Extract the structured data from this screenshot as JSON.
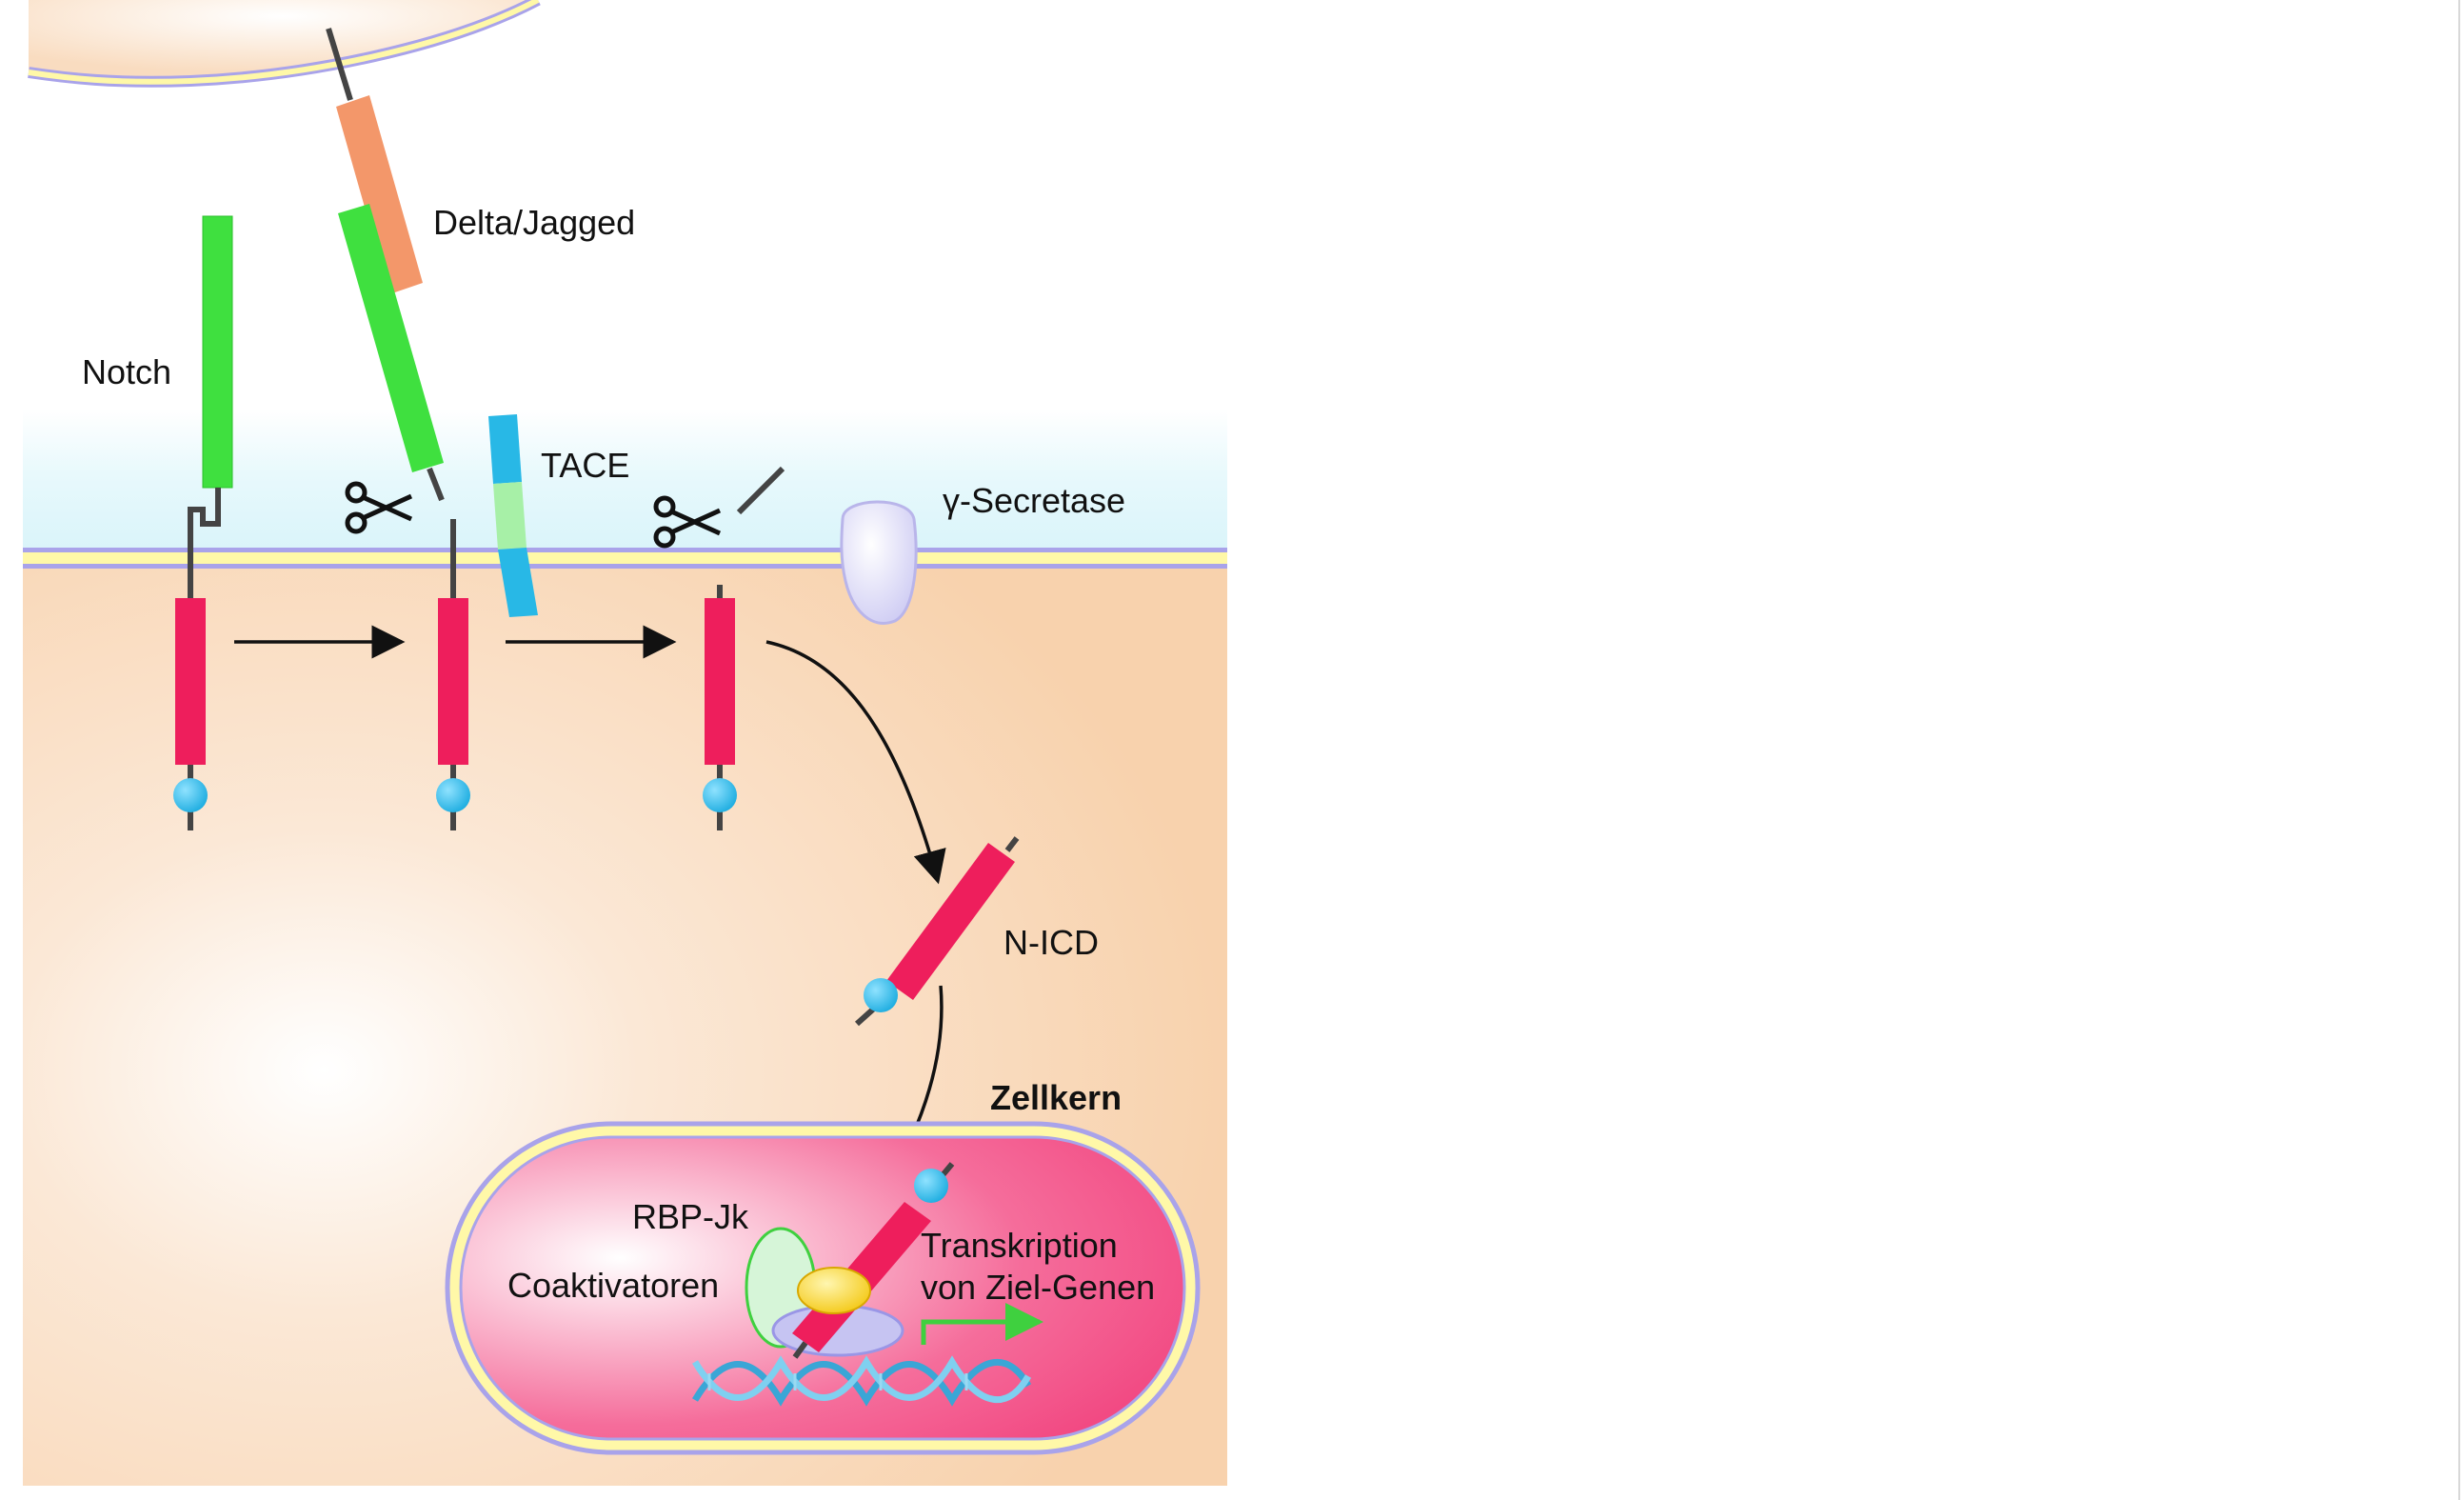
{
  "labels": {
    "delta_jagged": "Delta/Jagged",
    "notch": "Notch",
    "tace": "TACE",
    "gamma_secretase": "γ-Secretase",
    "nicd": "N-ICD",
    "zellkern": "Zellkern",
    "rbp_jk": "RBP-Jk",
    "coaktivatoren": "Coaktivatoren",
    "transkription_line1": "Transkription",
    "transkription_line2": "von Ziel-Genen"
  },
  "colors": {
    "extracellular": "#dff6fb",
    "cytoplasm": "#f8d5b5",
    "membrane_yellow": "#fff8a8",
    "membrane_edge": "#a9a3ea",
    "notch_green": "#3fe03f",
    "delta_orange": "#f3976a",
    "icd_red": "#ee1e5c",
    "cyan_ball": "#22b8e8",
    "tace_blue": "#28b8e6",
    "tace_mint": "#a7f0a7",
    "secretase_lavender": "#d8d6f6",
    "nucleus_pink": "#f55b8f",
    "rbp_yellow": "#f5d12e",
    "coact_green": "#d6f5d8",
    "dna_blue": "#3aa6d6",
    "transcription_arrow": "#3fd03f"
  },
  "icons": {
    "scissors_1": "scissors-icon",
    "scissors_2": "scissors-icon"
  }
}
